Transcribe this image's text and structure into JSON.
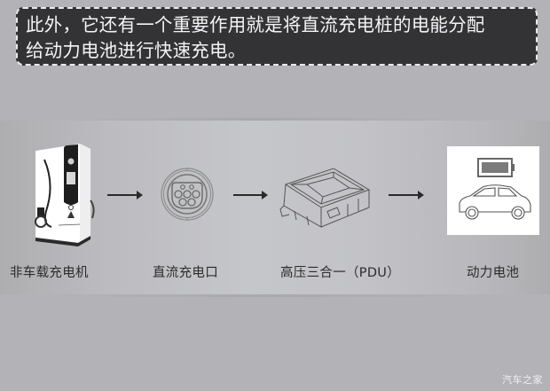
{
  "caption": {
    "line1": "此外，它还有一个重要作用就是将直流充电桩的电能分配",
    "line2": "给动力电池进行快速充电。"
  },
  "flow": {
    "nodes": [
      {
        "label": "非车载充电机",
        "icon": "dc-charging-station-icon"
      },
      {
        "label": "直流充电口",
        "icon": "dc-charging-port-icon"
      },
      {
        "label": "高压三合一（PDU）",
        "icon": "pdu-module-icon"
      },
      {
        "label": "动力电池",
        "icon": "battery-car-icon"
      }
    ],
    "arrows": 3
  },
  "watermark": "汽车之家",
  "colors": {
    "background": "#b3b2b7",
    "caption_bg": "#333336",
    "caption_text": "#f4f4f4",
    "label_text": "#2b2b2b"
  }
}
